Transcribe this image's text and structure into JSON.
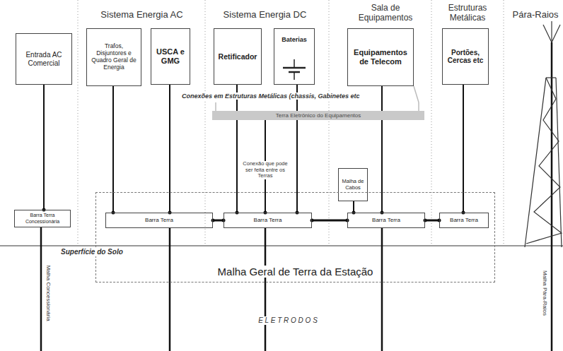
{
  "diagram": {
    "nodes": [
      {
        "text": [
          "Entrada AC Comercial"
        ]
      },
      {
        "text": [
          "Trafos, Disjuntores e Quadro Geral de Energia"
        ]
      },
      {
        "text": [
          "USCA e GMG"
        ]
      },
      {
        "text": [
          "Retificador"
        ]
      },
      {
        "text": [
          "Baterias"
        ]
      },
      {
        "text": [
          "Equipamentos de Telecom"
        ]
      },
      {
        "text": [
          "Portões, Cercas etc"
        ]
      },
      {
        "text": [
          "Terra Eletrônico do Equipamentos"
        ]
      },
      {
        "text": [
          "Malha de Cabos"
        ]
      },
      {
        "text": [
          "Barra Terra Concessionária"
        ]
      },
      {
        "text": [
          "Malha Geral de Terra da Estação"
        ]
      },
      {
        "text": [
          "Barra Terra"
        ],
        "in": 10
      },
      {
        "text": [
          "Barra Terra"
        ],
        "in": 10
      },
      {
        "text": [
          "Barra Terra"
        ],
        "in": 10
      },
      {
        "text": [
          "Barra Terra"
        ],
        "in": 10
      }
    ],
    "edges": [
      {
        "from": 0,
        "to": 9,
        "arrow": "none"
      },
      {
        "from": 1,
        "to": 11,
        "arrow": "none"
      },
      {
        "from": 2,
        "to": 11,
        "arrow": "none"
      },
      {
        "from": 3,
        "to": 12,
        "arrow": "none"
      },
      {
        "from": 4,
        "to": 12,
        "arrow": "none"
      },
      {
        "from": 7,
        "to": 12,
        "label": "Conexão que pode ser feita entre os Terras",
        "arrow": "none"
      },
      {
        "from": 8,
        "to": 13,
        "arrow": "none"
      },
      {
        "from": 5,
        "to": 13,
        "arrow": "none"
      },
      {
        "from": 6,
        "to": 14,
        "arrow": "none"
      },
      {
        "from": 11,
        "to": 12,
        "arrow": "none"
      },
      {
        "from": 12,
        "to": 13,
        "arrow": "none"
      },
      {
        "from": 13,
        "to": 14,
        "arrow": "none"
      }
    ],
    "labels": [
      "Sistema Energia AC",
      "Sistema Energia DC",
      "Sala de Equipamentos",
      "Estruturas Metálicas",
      "Pára-Raios",
      "Conexões em Estruturas Metálicas (chassis, Gabinetes etc",
      "Superfície do Solo",
      "Malha Concessionária",
      "E L E T R O D O S",
      "Malha Pára-Raios"
    ]
  }
}
